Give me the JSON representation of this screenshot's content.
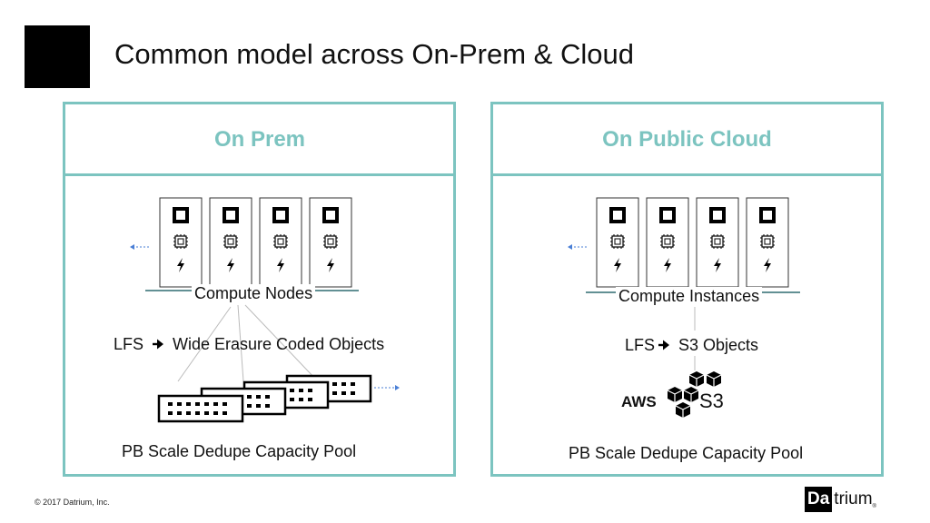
{
  "title": "Common model across On-Prem & Cloud",
  "left_panel": {
    "heading": "On Prem",
    "compute_label": "Compute Nodes",
    "lfs_label": "LFS",
    "lfs_target": "Wide Erasure Coded Objects",
    "pool_label": "PB Scale Dedupe Capacity Pool"
  },
  "right_panel": {
    "heading": "On Public Cloud",
    "compute_label": "Compute Instances",
    "lfs_label": "LFS",
    "lfs_target": "S3 Objects",
    "aws_label": "AWS",
    "s3_label": "S3",
    "pool_label": "PB Scale Dedupe Capacity Pool"
  },
  "footer": {
    "copyright": "© 2017 Datrium, Inc."
  },
  "brand": {
    "box_text": "Da",
    "rest_text": "trium",
    "mark": "®"
  },
  "icons": [
    "square-icon",
    "chip-icon",
    "bolt-icon",
    "storage-drive-icon",
    "aws-cubes-icon",
    "arrow-right-icon"
  ],
  "colors": {
    "accent": "#7cc4c0",
    "arrow": "#4a7fd6"
  }
}
